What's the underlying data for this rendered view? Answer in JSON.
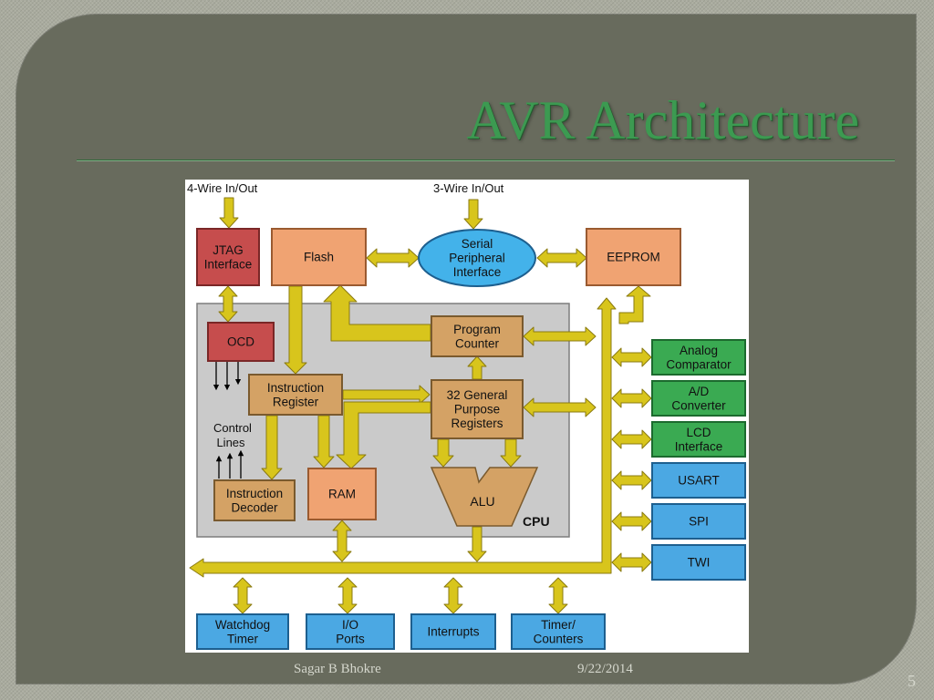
{
  "slide": {
    "title": "AVR Architecture",
    "footer_author": "Sagar B Bhokre",
    "footer_date": "9/22/2014",
    "page_number": "5"
  },
  "diagram": {
    "labels": {
      "four_wire": "4-Wire In/Out",
      "three_wire": "3-Wire In/Out",
      "control_lines": [
        "Control",
        "Lines"
      ],
      "cpu": "CPU"
    },
    "blocks": {
      "jtag": [
        "JTAG",
        "Interface"
      ],
      "flash": [
        "Flash"
      ],
      "spi_if": [
        "Serial",
        "Peripheral",
        "Interface"
      ],
      "eeprom": [
        "EEPROM"
      ],
      "ocd": [
        "OCD"
      ],
      "program_counter": [
        "Program",
        "Counter"
      ],
      "instruction_register": [
        "Instruction",
        "Register"
      ],
      "gp_registers": [
        "32 General",
        "Purpose",
        "Registers"
      ],
      "instruction_decoder": [
        "Instruction",
        "Decoder"
      ],
      "ram": [
        "RAM"
      ],
      "alu": [
        "ALU"
      ],
      "analog_comparator": [
        "Analog",
        "Comparator"
      ],
      "ad_converter": [
        "A/D",
        "Converter"
      ],
      "lcd_interface": [
        "LCD",
        "Interface"
      ],
      "usart": [
        "USART"
      ],
      "spi": [
        "SPI"
      ],
      "twi": [
        "TWI"
      ],
      "watchdog": [
        "Watchdog",
        "Timer"
      ],
      "io_ports": [
        "I/O",
        "Ports"
      ],
      "interrupts": [
        "Interrupts"
      ],
      "timers": [
        "Timer/",
        "Counters"
      ]
    },
    "colors": {
      "bus": "#d8c51c",
      "bus_stroke": "#8a7a10",
      "cpu_area": "#cacaca",
      "red_block": "#c64d4d",
      "orange_block": "#f0a372",
      "tan_block": "#d4a265",
      "blue_block": "#4ba8e3",
      "green_block": "#3aaa52",
      "ellipse": "#43b2ea"
    }
  }
}
